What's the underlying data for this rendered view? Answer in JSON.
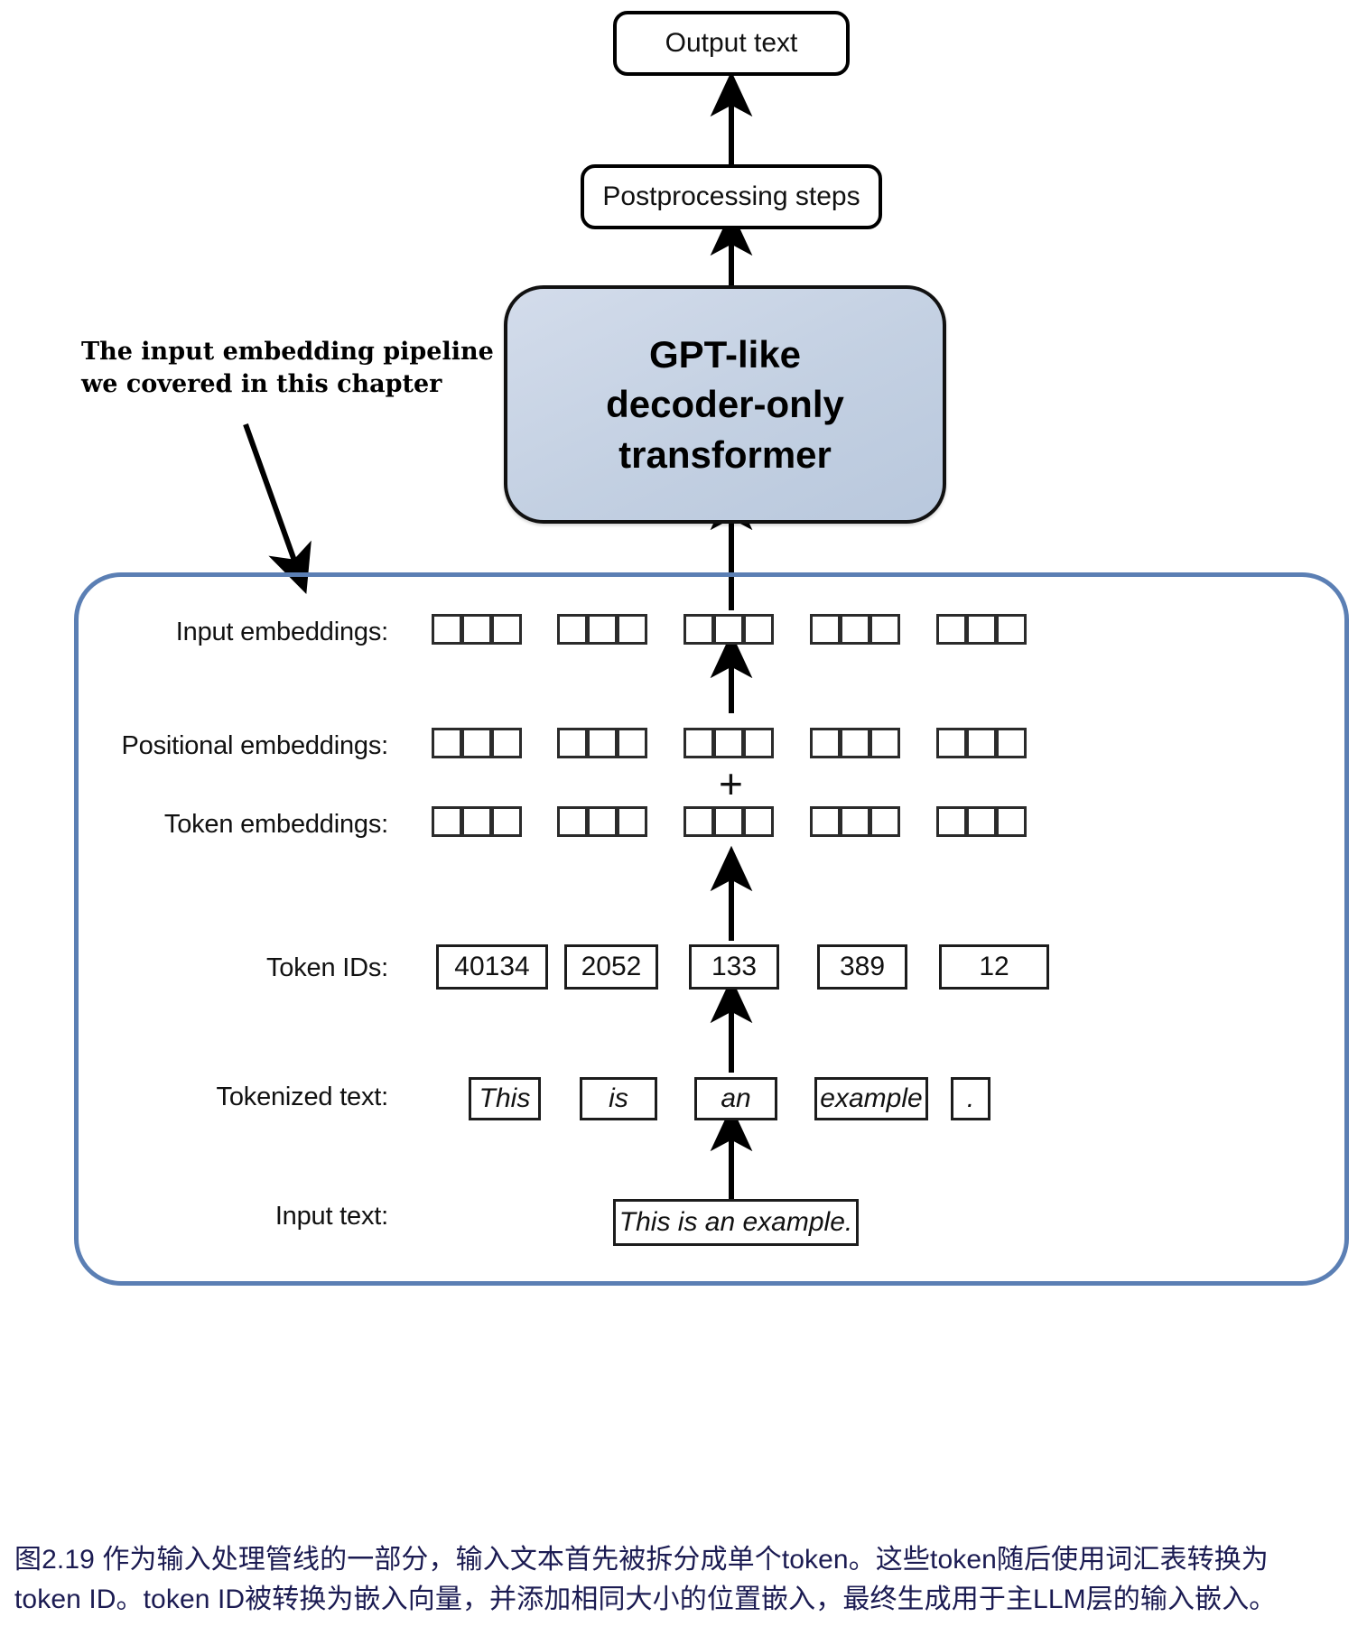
{
  "diagram": {
    "title_top_box": "Output text",
    "postprocessing_box": "Postprocessing steps",
    "transformer_block": "GPT-like\ndecoder-only\ntransformer",
    "transformer_line1": "GPT-like",
    "transformer_line2": "decoder-only",
    "transformer_line3": "transformer",
    "annotation_line1": "The input embedding pipeline",
    "annotation_line2": "we covered in this chapter",
    "plus_symbol": "+",
    "colors": {
      "transformer_fill": "#c5d1e2",
      "pipeline_border": "#5b7fb4",
      "box_stroke": "#1c1c1c",
      "caption_text": "#1b1b52"
    },
    "rows": [
      {
        "key": "input_embeddings",
        "label": "Input embeddings:",
        "kind": "cells",
        "cells_per_group": 3,
        "groups": 5
      },
      {
        "key": "positional_embeddings",
        "label": "Positional embeddings:",
        "kind": "cells",
        "cells_per_group": 3,
        "groups": 5
      },
      {
        "key": "token_embeddings",
        "label": "Token embeddings:",
        "kind": "cells",
        "cells_per_group": 3,
        "groups": 5
      },
      {
        "key": "token_ids",
        "label": "Token IDs:",
        "kind": "values",
        "values": [
          "40134",
          "2052",
          "133",
          "389",
          "12"
        ]
      },
      {
        "key": "tokenized_text",
        "label": "Tokenized text:",
        "kind": "values",
        "values": [
          "This",
          "is",
          "an",
          "example",
          "."
        ]
      },
      {
        "key": "input_text",
        "label": "Input text:",
        "kind": "single",
        "values": [
          "This is an example."
        ]
      }
    ],
    "token_ids": [
      "40134",
      "2052",
      "133",
      "389",
      "12"
    ],
    "tokenized_text": [
      "This",
      "is",
      "an",
      "example",
      "."
    ],
    "input_text": "This is an example.",
    "labels": {
      "input_embeddings": "Input embeddings:",
      "positional_embeddings": "Positional embeddings:",
      "token_embeddings": "Token embeddings:",
      "token_ids": "Token IDs:",
      "tokenized_text": "Tokenized text:",
      "input_text": "Input text:"
    }
  },
  "caption": {
    "line1": "图2.19 作为输入处理管线的一部分，输入文本首先被拆分成单个token。这些token随后使用词汇表转换为",
    "line2": "token ID。token ID被转换为嵌入向量，并添加相同大小的位置嵌入，最终生成用于主LLM层的输入嵌入。"
  }
}
